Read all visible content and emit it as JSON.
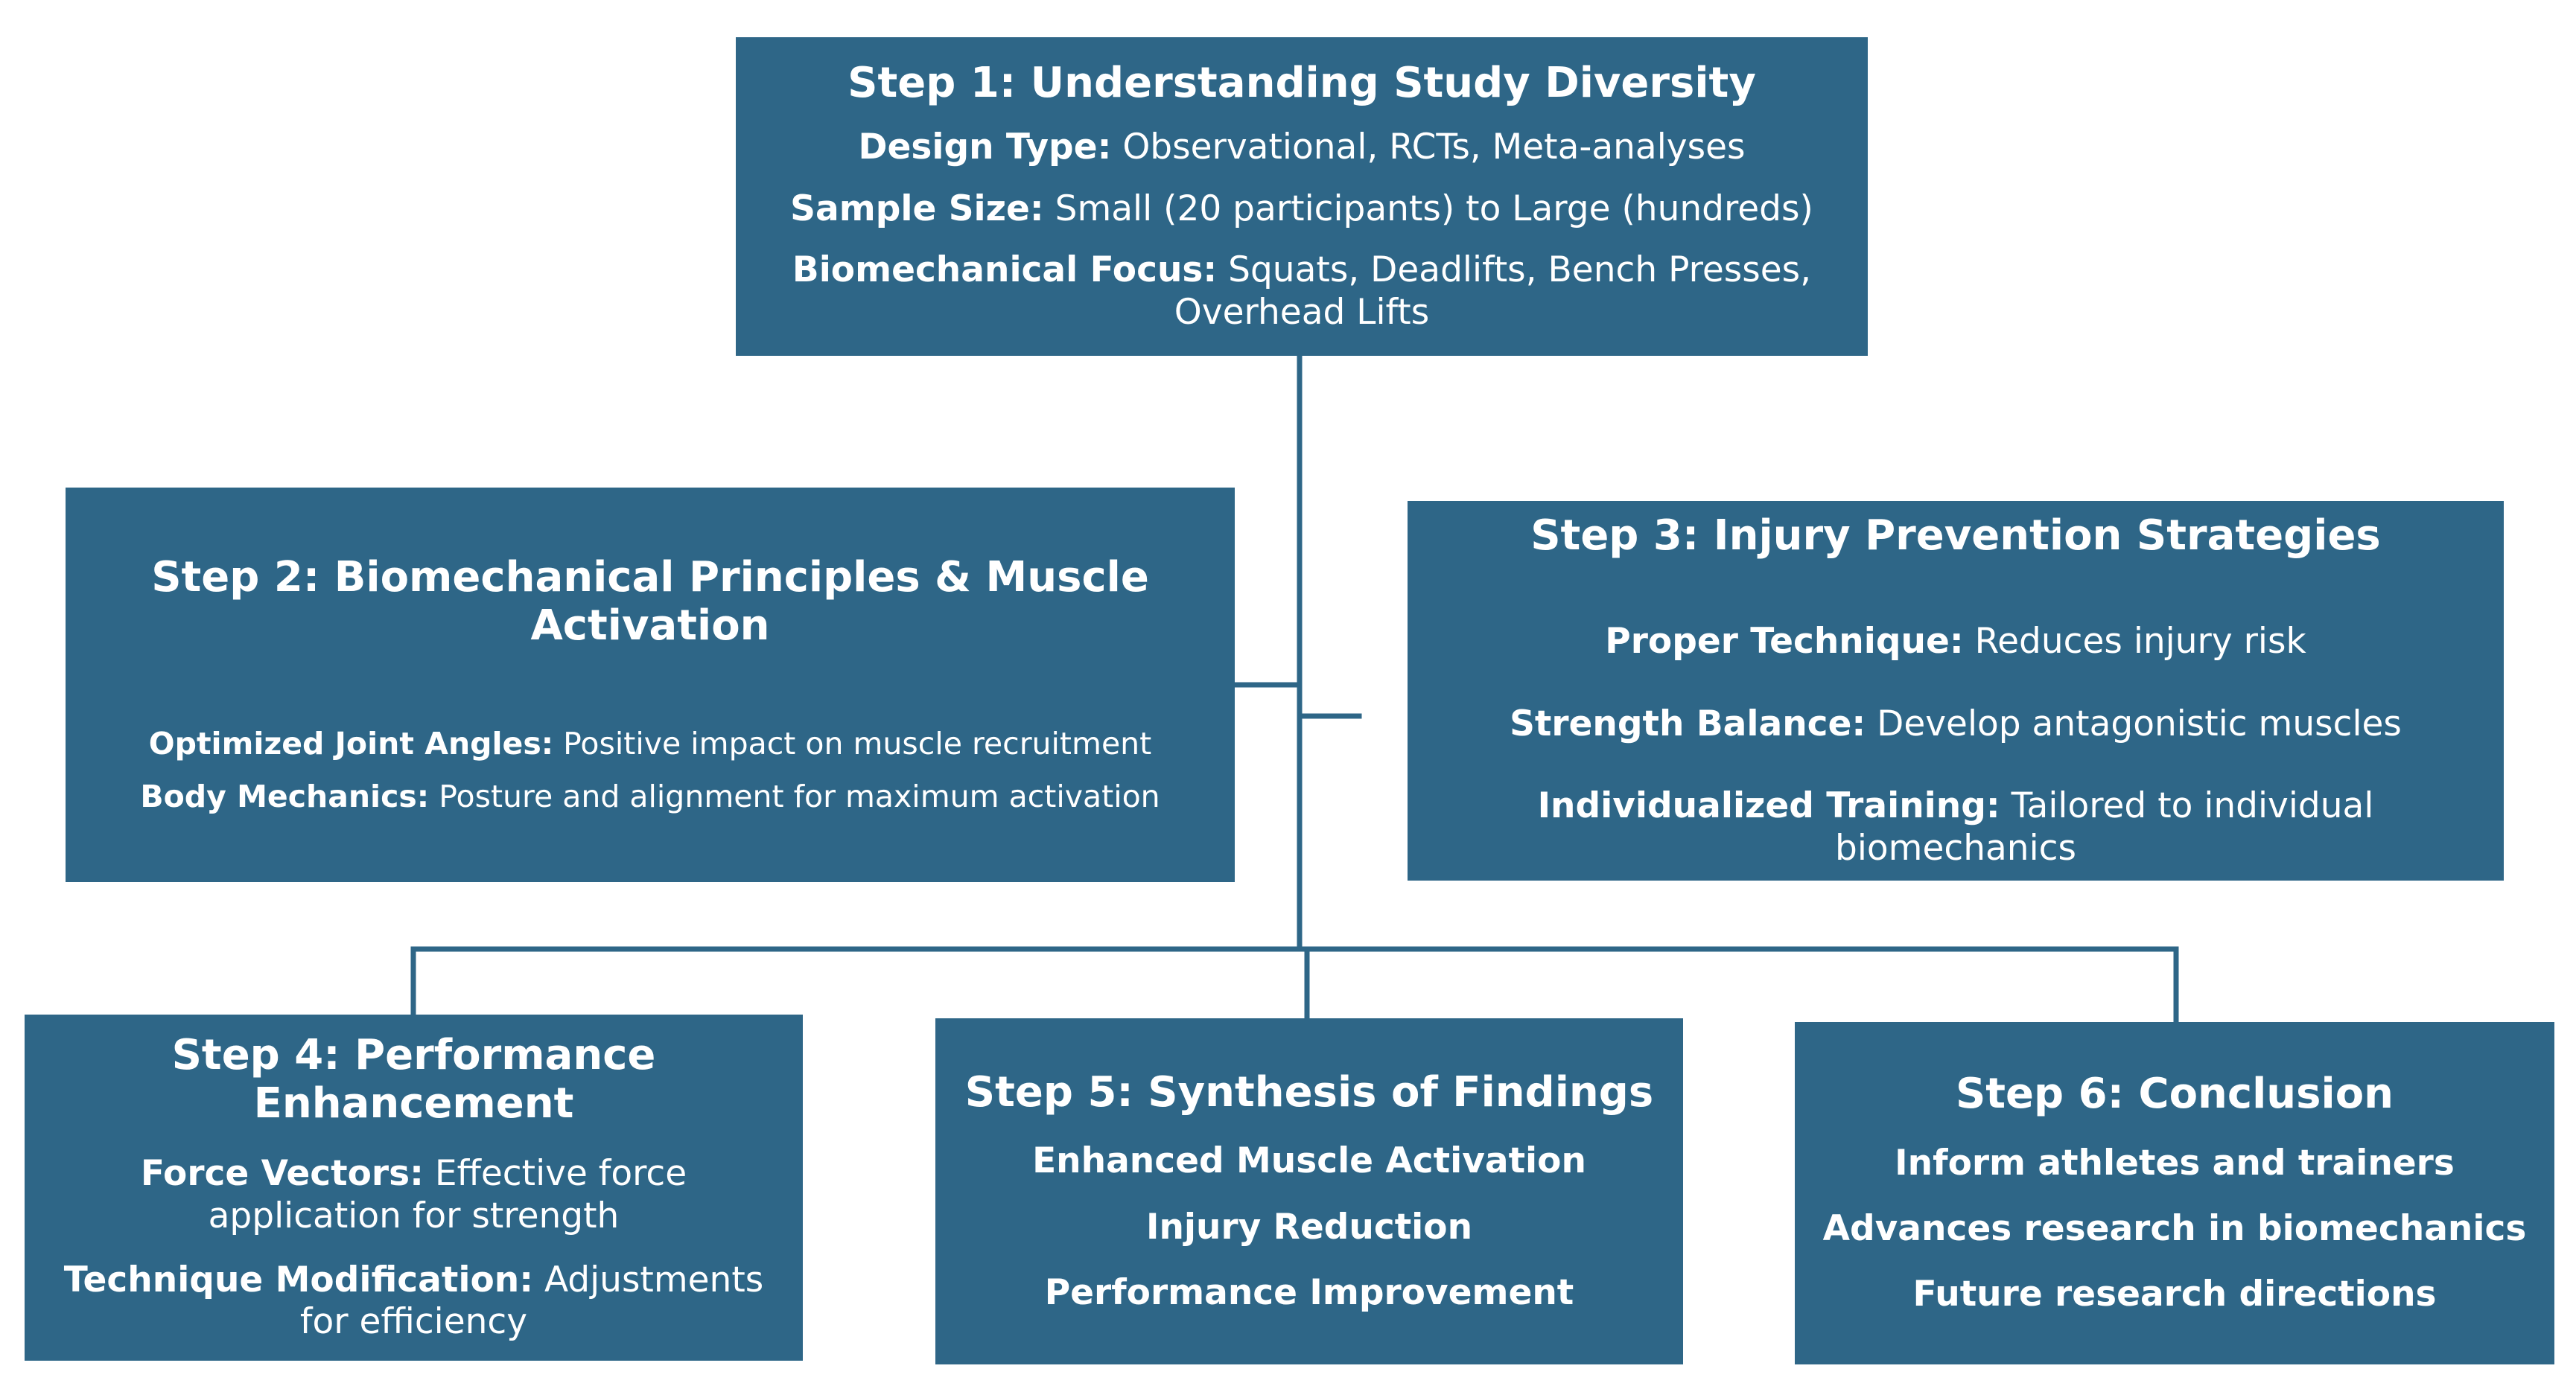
{
  "colors": {
    "box_fill": "#2e6687",
    "connector": "#2e6687",
    "text": "#ffffff"
  },
  "step1": {
    "title": "Step 1: Understanding Study Diversity",
    "items": [
      {
        "label": "Design Type:",
        "text": " Observational, RCTs, Meta-analyses"
      },
      {
        "label": "Sample Size:",
        "text": " Small (20 participants) to Large (hundreds)"
      },
      {
        "label": "Biomechanical Focus:",
        "text": " Squats, Deadlifts, Bench Presses, Overhead Lifts"
      }
    ]
  },
  "step2": {
    "title": "Step 2: Biomechanical Principles & Muscle Activation",
    "items": [
      {
        "label": "Optimized Joint Angles:",
        "text": " Positive impact on muscle recruitment"
      },
      {
        "label": "Body Mechanics:",
        "text": " Posture and alignment for maximum activation"
      }
    ]
  },
  "step3": {
    "title": "Step 3: Injury Prevention Strategies",
    "items": [
      {
        "label": "Proper Technique:",
        "text": " Reduces injury risk"
      },
      {
        "label": "Strength Balance:",
        "text": " Develop antagonistic muscles"
      },
      {
        "label": "Individualized Training:",
        "text": " Tailored to individual biomechanics"
      }
    ]
  },
  "step4": {
    "title": "Step 4: Performance Enhancement",
    "items": [
      {
        "label": "Force Vectors:",
        "text": " Effective force application for strength"
      },
      {
        "label": "Technique Modification:",
        "text": " Adjustments for efficiency"
      }
    ]
  },
  "step5": {
    "title": "Step 5: Synthesis of Findings",
    "items": [
      "Enhanced Muscle Activation",
      "Injury Reduction",
      "Performance Improvement"
    ]
  },
  "step6": {
    "title": "Step 6: Conclusion",
    "items": [
      "Inform athletes and trainers",
      "Advances research in biomechanics",
      "Future research directions"
    ]
  }
}
